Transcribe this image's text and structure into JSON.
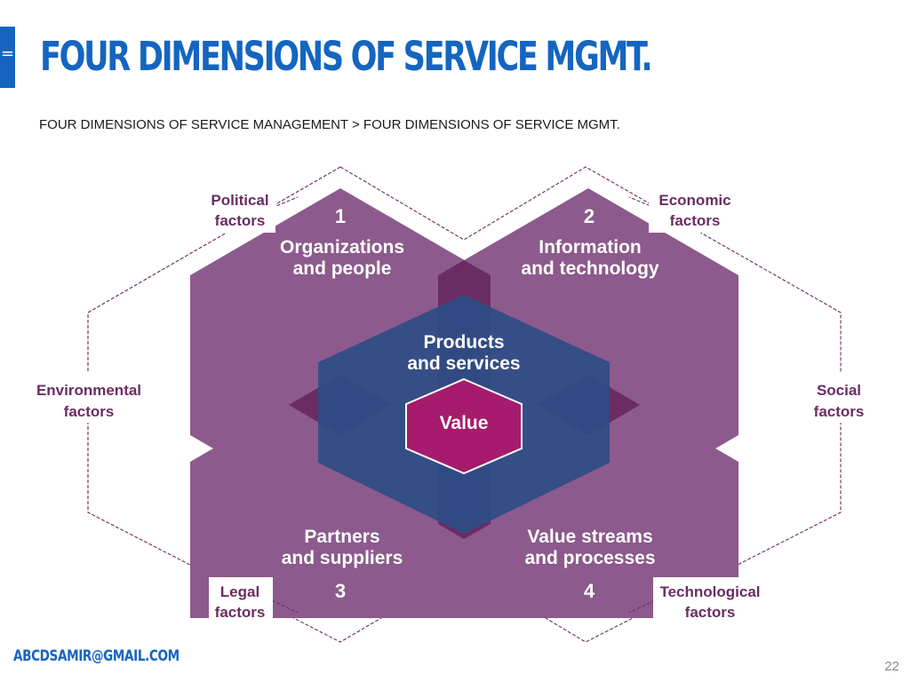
{
  "slide": {
    "title": "FOUR DIMENSIONS OF SERVICE MGMT.",
    "breadcrumb": "FOUR DIMENSIONS OF SERVICE MANAGEMENT > FOUR DIMENSIONS OF SERVICE MGMT.",
    "footer_email": "ABCDSAMIR@GMAIL.COM",
    "page_number": "22",
    "menu_icon": "hamburger-icon"
  },
  "diagram": {
    "dimensions": [
      {
        "number": "1",
        "line1": "Organizations",
        "line2": "and people"
      },
      {
        "number": "2",
        "line1": "Information",
        "line2": "and technology"
      },
      {
        "number": "3",
        "line1": "Partners",
        "line2": "and suppliers"
      },
      {
        "number": "4",
        "line1": "Value streams",
        "line2": "and processes"
      }
    ],
    "center": {
      "line1": "Products",
      "line2": "and services"
    },
    "core": "Value",
    "factors": {
      "political": {
        "line1": "Political",
        "line2": "factors"
      },
      "economic": {
        "line1": "Economic",
        "line2": "factors"
      },
      "environmental": {
        "line1": "Environmental",
        "line2": "factors"
      },
      "social": {
        "line1": "Social",
        "line2": "factors"
      },
      "legal": {
        "line1": "Legal",
        "line2": "factors"
      },
      "technological": {
        "line1": "Technological",
        "line2": "factors"
      }
    }
  },
  "colors": {
    "accent_blue": "#1565c0",
    "dimension_purple": "#8c5a8c",
    "overlap_purple": "#6b2c63",
    "products_blue": "#2e4d86",
    "value_magenta": "#a61b6d",
    "text_purple": "#6b2c63"
  }
}
